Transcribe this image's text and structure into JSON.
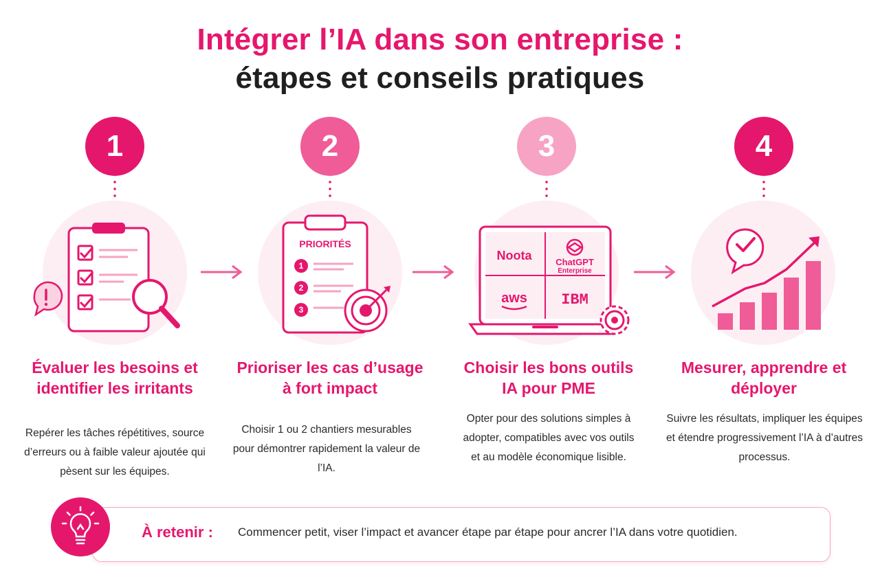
{
  "header": {
    "title_line1": "Intégrer l’IA dans son entreprise :",
    "title_line2": "étapes et conseils pratiques"
  },
  "steps": [
    {
      "number": "1",
      "title": "Évaluer les besoins et identifier les irritants",
      "description": "Repérer les tâches répétitives, source d’erreurs ou à faible valeur ajoutée qui pèsent sur les équipes.",
      "icon": "checklist-magnifier-icon"
    },
    {
      "number": "2",
      "title": "Prioriser les cas d’usage à fort impact",
      "description": "Choisir 1 ou 2 chantiers mesurables pour démontrer rapidement la valeur de l’IA.",
      "icon": "priorities-clipboard-target-icon",
      "clipboard_label": "PRIORITÉS",
      "clipboard_items": [
        "1",
        "2",
        "3"
      ]
    },
    {
      "number": "3",
      "title": "Choisir les bons outils IA pour PME",
      "description": "Opter pour des solutions simples à adopter, compatibles avec vos outils et au modèle économique lisible.",
      "icon": "laptop-tools-icon",
      "tools": [
        "Noota",
        "ChatGPT",
        "Enterprise",
        "aws",
        "IBM"
      ]
    },
    {
      "number": "4",
      "title": "Mesurer, apprendre et déployer",
      "description": "Suivre les résultats, impliquer les équipes et étendre progressivement l’IA à d’autres processus.",
      "icon": "growth-chart-icon"
    }
  ],
  "retain": {
    "label": "À retenir :",
    "text": "Commencer petit, viser l’impact et avancer étape par étape pour ancrer l’IA dans votre quotidien.",
    "icon": "lightbulb-icon"
  },
  "colors": {
    "accent": "#e5176d",
    "badge2": "#ef5c98",
    "badge3": "#f7a3c3",
    "light": "#fdeef4",
    "text": "#1f1f1f"
  }
}
